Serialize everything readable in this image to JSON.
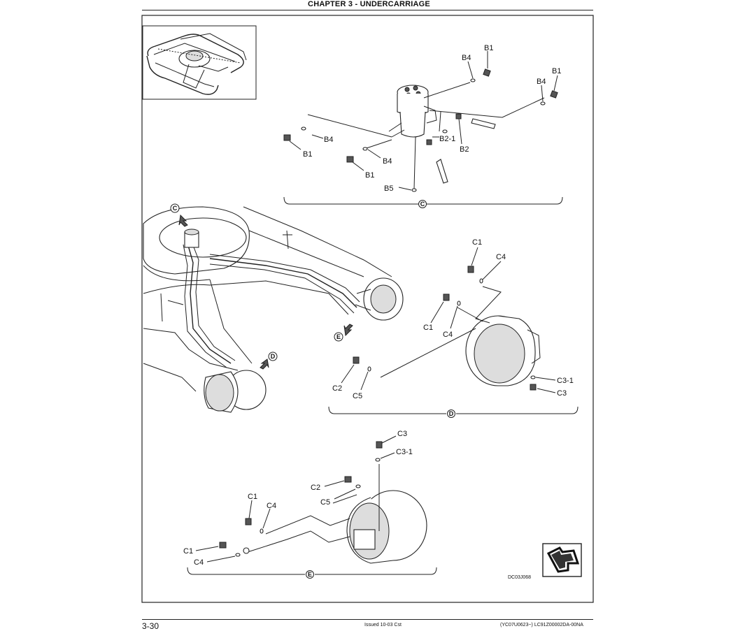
{
  "header": {
    "chapter_title": "CHAPTER 3 - UNDERCARRIAGE"
  },
  "footer": {
    "page_number": "3-30",
    "issue": "Issued 10-03   Cst",
    "doc_ref": "(YC07U0623~)   LC91Z00002DA-00NA"
  },
  "diagram": {
    "figure_code": "DC03J068",
    "section_markers": {
      "c": "C",
      "d": "D",
      "e": "E"
    },
    "view_c_labels": {
      "b1_top": "B1",
      "b4_top": "B4",
      "b1_right": "B1",
      "b4_right": "B4",
      "b4_left": "B4",
      "b1_left": "B1",
      "b4_mid": "B4",
      "b1_mid": "B1",
      "b5": "B5",
      "b2_1": "B2-1",
      "b2": "B2"
    },
    "view_d_labels": {
      "c1_top": "C1",
      "c4_top": "C4",
      "c1_mid": "C1",
      "c4_mid": "C4",
      "c2": "C2",
      "c5": "C5",
      "c3_1": "C3-1",
      "c3": "C3"
    },
    "view_e_labels": {
      "c3": "C3",
      "c3_1": "C3-1",
      "c2": "C2",
      "c5": "C5",
      "c1_top": "C1",
      "c4_top": "C4",
      "c1_bottom": "C1",
      "c4_bottom": "C4"
    }
  }
}
